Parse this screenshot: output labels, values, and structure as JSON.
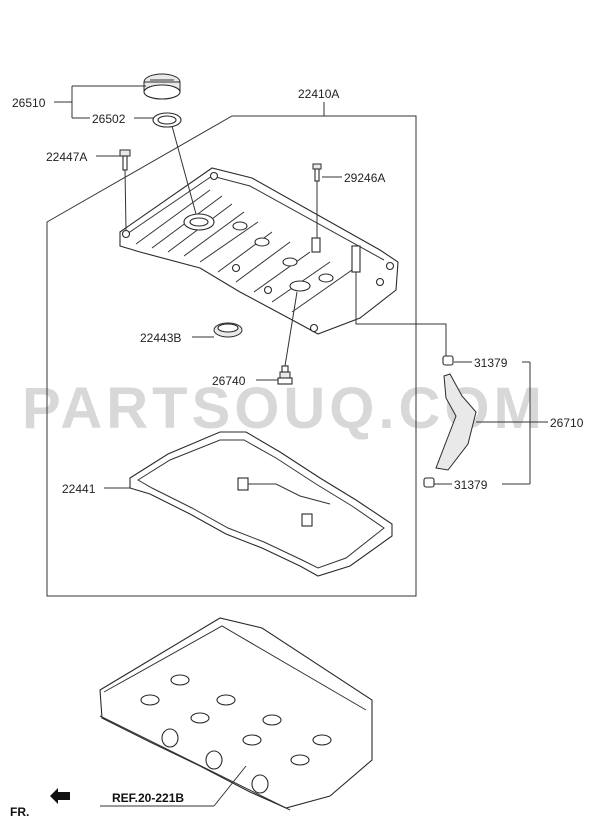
{
  "watermark": "PARTSOUQ.COM",
  "direction_label": "FR.",
  "reference_label": "REF.20-221B",
  "labels": {
    "oil_filler_cap": "26510",
    "cap_gasket": "26502",
    "rocker_cover_assy": "22410A",
    "bolt": "22447A",
    "stud": "29246A",
    "plug_seal": "22443B",
    "pcv_valve": "26740",
    "clamp_upper": "31379",
    "breather_hose": "26710",
    "clamp_lower": "31379",
    "cover_gasket": "22441"
  }
}
